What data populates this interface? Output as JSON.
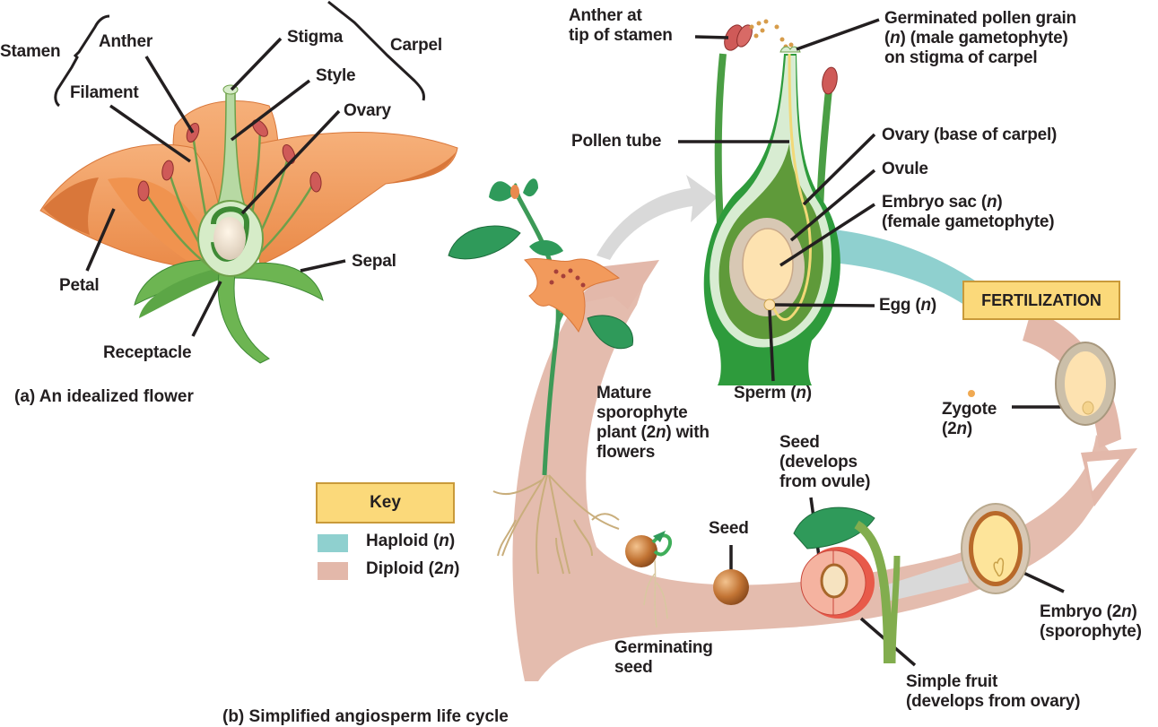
{
  "figure": {
    "part_a": {
      "caption": "(a) An idealized flower",
      "labels": {
        "stamen": "Stamen",
        "anther": "Anther",
        "filament": "Filament",
        "stigma": "Stigma",
        "style": "Style",
        "carpel": "Carpel",
        "ovary": "Ovary",
        "petal": "Petal",
        "sepal": "Sepal",
        "receptacle": "Receptacle"
      }
    },
    "part_b": {
      "caption": "(b) Simplified angiosperm life cycle",
      "labels": {
        "anther_tip": [
          "Anther at",
          "tip of stamen"
        ],
        "pollen_grain": [
          "Germinated pollen grain",
          "(n) (male gametophyte)",
          "on stigma of carpel"
        ],
        "pollen_tube": "Pollen tube",
        "ovary_base": "Ovary (base of carpel)",
        "ovule": "Ovule",
        "embryo_sac": [
          "Embryo sac (n)",
          "(female gametophyte)"
        ],
        "egg": "Egg (n)",
        "sperm": "Sperm (n)",
        "fertilization": "FERTILIZATION",
        "zygote": [
          "Zygote",
          "(2n)"
        ],
        "mature_sporophyte": [
          "Mature",
          "sporophyte",
          "plant (2n) with",
          "flowers"
        ],
        "seed_from_ovule": [
          "Seed",
          "(develops",
          "from ovule)"
        ],
        "seed": "Seed",
        "germinating_seed": [
          "Germinating",
          "seed"
        ],
        "embryo": [
          "Embryo (2n)",
          "(sporophyte)"
        ],
        "simple_fruit": [
          "Simple fruit",
          "(develops from ovary)"
        ]
      }
    },
    "key": {
      "title": "Key",
      "items": [
        {
          "label": "Haploid (n)",
          "color": "#8fd0cf"
        },
        {
          "label": "Diploid (2n)",
          "color": "#e3b8aa"
        }
      ]
    },
    "colors": {
      "petal": "#f29a5c",
      "petal_dark": "#d9773a",
      "leaf_green": "#5fae4a",
      "dark_green": "#2e8b3a",
      "anther_red": "#c94a4a",
      "haploid": "#8fd0cf",
      "diploid": "#e3b8aa",
      "gray_arrow": "#d8d8d8",
      "key_fill": "#fbd97a",
      "seed_brown": "#b8692a",
      "ovule_cream": "#fde2b0"
    }
  }
}
